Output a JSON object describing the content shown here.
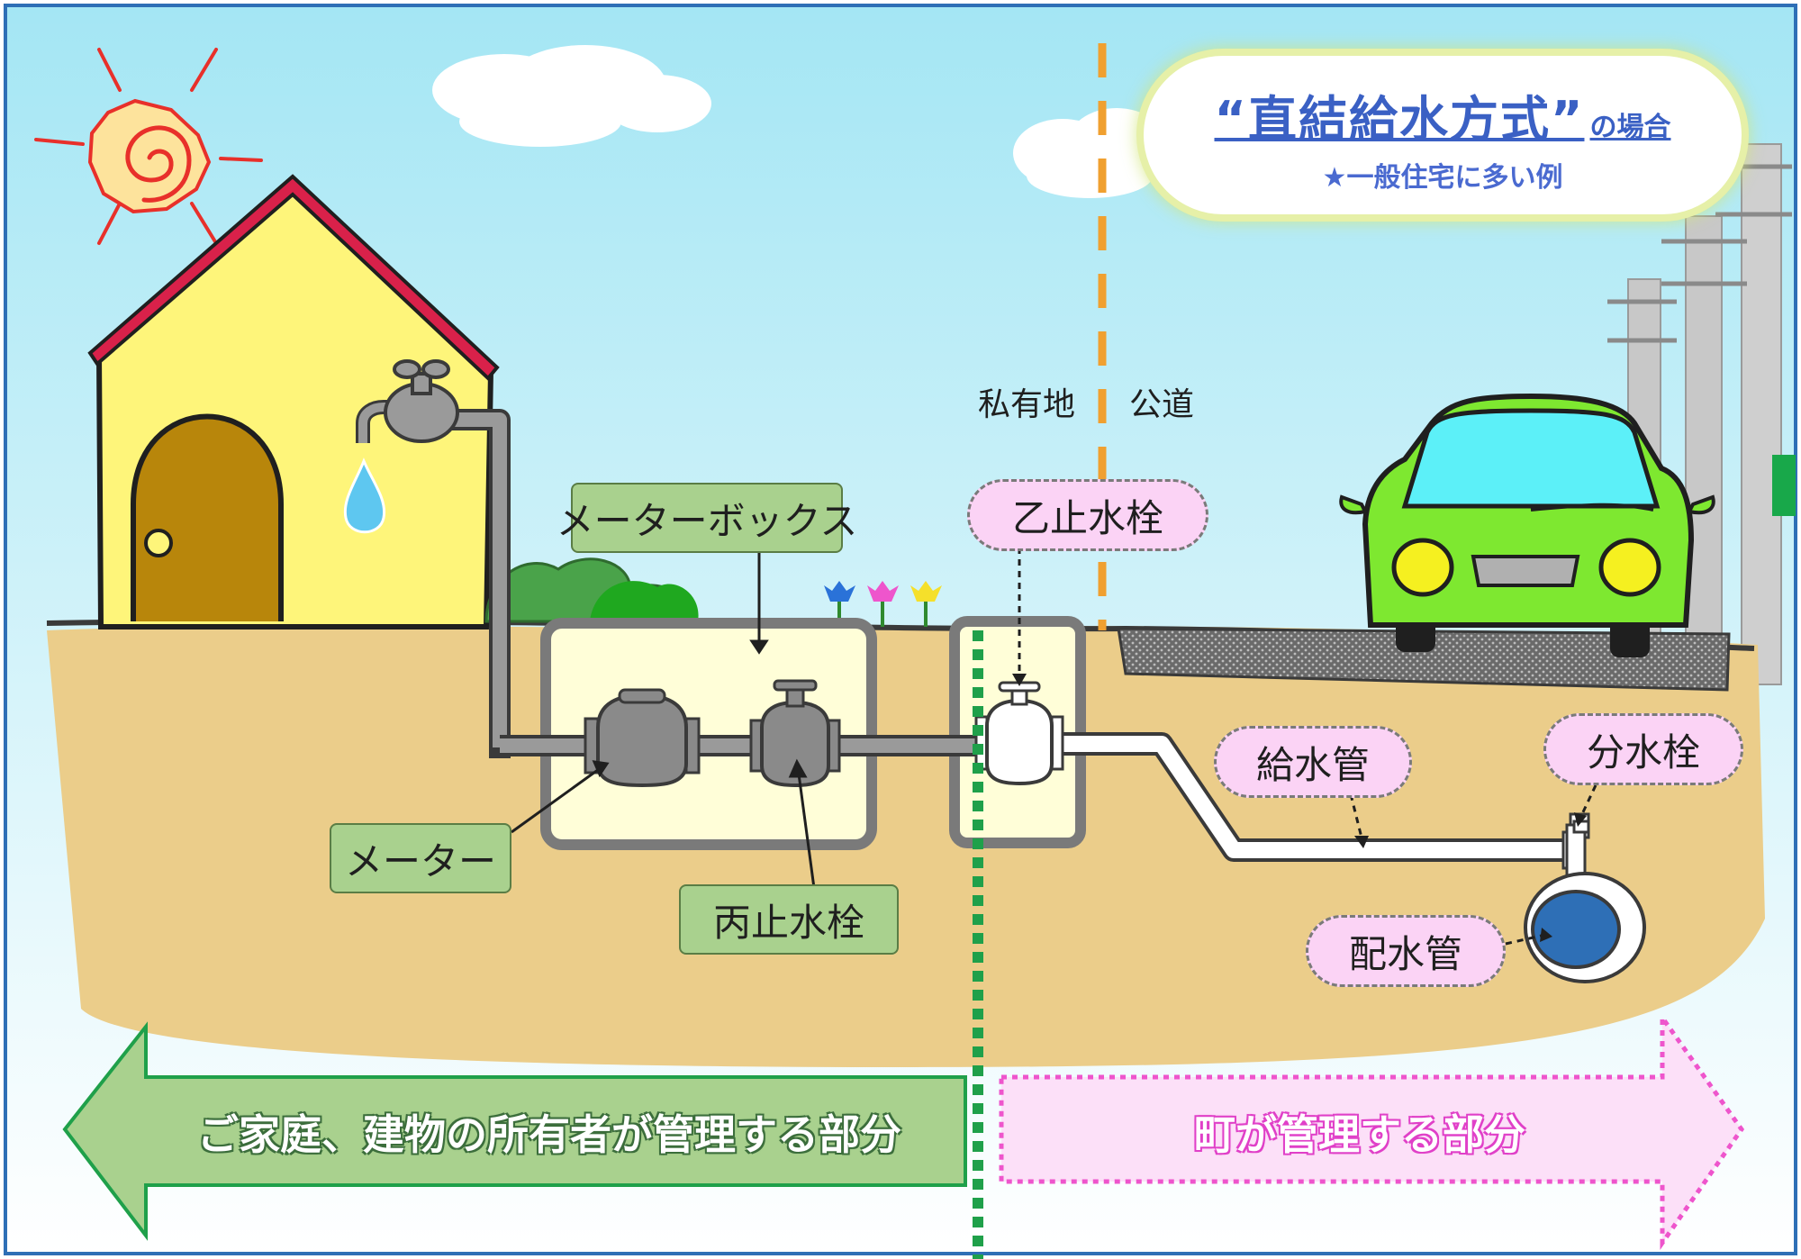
{
  "title": {
    "main": "“直結給水方式”",
    "suffix": "の場合",
    "subtitle": "★一般住宅に多い例"
  },
  "boundary": {
    "private_land": "私有地",
    "public_road": "公道"
  },
  "labels": {
    "meter_box": "メーターボックス",
    "meter": "メーター",
    "hei_stop_valve": "丙止水栓",
    "otsu_stop_valve": "乙止水栓",
    "supply_pipe": "給水管",
    "branch_valve": "分水栓",
    "distribution_main": "配水管"
  },
  "responsibility": {
    "owner_managed": "ご家庭、建物の所有者が管理する部分",
    "town_managed": "町が管理する部分"
  },
  "colors": {
    "sky_top": "#a4e6f4",
    "ground": "#ebcd8a",
    "house_wall": "#fef57a",
    "roof": "#d9214a",
    "car_body": "#7ee830",
    "owner_arrow": "#a9d18e",
    "town_arrow": "#fce0f8",
    "boundary_line": "#f0a030",
    "responsibility_line": "#1fa04a"
  }
}
